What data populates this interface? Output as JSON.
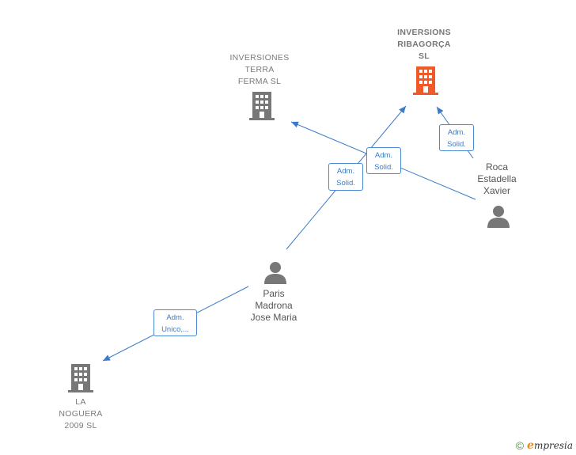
{
  "colors": {
    "edge": "#3a7bc8",
    "company_icon": "#777777",
    "highlight_icon": "#f05a28",
    "person_icon": "#777777"
  },
  "nodes": {
    "ribagorca": {
      "label": "INVERSIONS\nRIBAGORÇA\nSL",
      "icon": "building-icon"
    },
    "terra_ferma": {
      "label": "INVERSIONES\nTERRA\nFERMA SL",
      "icon": "building-icon"
    },
    "noguera": {
      "label": "LA\nNOGUERA\n2009 SL",
      "icon": "building-icon"
    },
    "roca": {
      "label": "Roca\nEstadella\nXavier",
      "icon": "person-icon"
    },
    "paris": {
      "label": "Paris\nMadrona\nJose Maria",
      "icon": "person-icon"
    }
  },
  "edges": {
    "roca_ribagorca": "Adm.\nSolid.",
    "roca_terra": "Adm.\nSolid.",
    "paris_ribagorca": "Adm.\nSolid.",
    "paris_noguera": "Adm.\nUnico,..."
  },
  "footer": {
    "copyright": "©",
    "brand_e": "e",
    "brand_rest": "mpresia"
  }
}
